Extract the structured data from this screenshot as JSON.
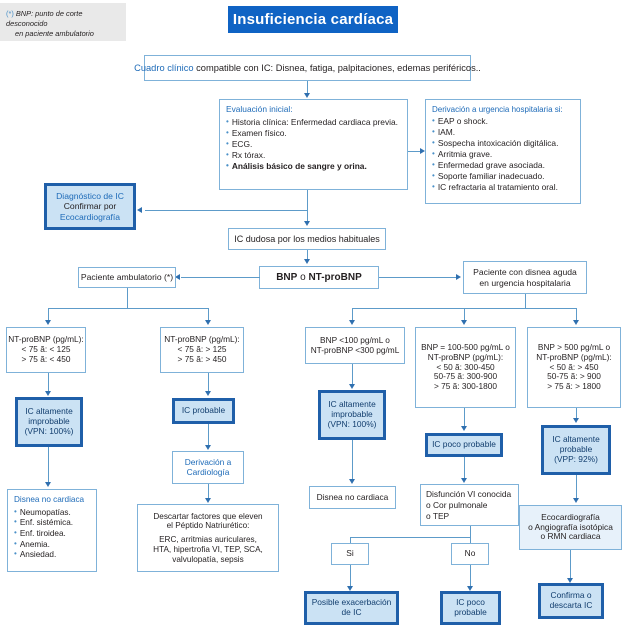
{
  "header": {
    "title": "Insuficiencia cardíaca"
  },
  "footnote": {
    "marker": "(*)",
    "line1": "BNP: punto de corte desconocido",
    "line2": "en paciente ambulatorio"
  },
  "nodes": {
    "cuadro_clinico": {
      "lead": "Cuadro clínico",
      "rest": " compatible con IC: Disnea, fatiga, palpitaciones, edemas periféricos.."
    },
    "evaluacion_inicial": {
      "title": "Evaluación inicial:",
      "items": [
        "Historia clínica: Enfermedad cardiaca previa.",
        "Examen físico.",
        "ECG.",
        "Rx tórax.",
        "Análisis básico de sangre y orina."
      ],
      "bold_item_index": 4
    },
    "derivacion_urgencia": {
      "title": "Derivación a urgencia hospitalaria si:",
      "items": [
        "EAP o shock.",
        "IAM.",
        "Sospecha intoxicación digitálica.",
        "Arritmia grave.",
        "Enfermedad grave asociada.",
        "Soporte familiar inadecuado.",
        "IC refractaria al tratamiento oral."
      ]
    },
    "diagnostico_ic": {
      "line1": "Diagnóstico de IC",
      "line2": "Confirmar por",
      "line3": "Ecocardiografía"
    },
    "ic_dudosa": {
      "text": "IC dudosa por los medios habituales"
    },
    "bnp_ntprobnp": {
      "part1": "BNP",
      "part2": " o ",
      "part3": "NT-proBNP"
    },
    "paciente_ambulatorio": {
      "text": "Paciente ambulatorio (*)"
    },
    "paciente_urgencia": {
      "line1": "Paciente con disnea aguda",
      "line2": "en urgencia hospitalaria"
    },
    "ntprobnp_bajo": {
      "line1": "NT-proBNP (pg/mL):",
      "line2": "< 75 ã: < 125",
      "line3": "> 75 ã: < 450"
    },
    "ntprobnp_alto": {
      "line1": "NT-proBNP (pg/mL):",
      "line2": "< 75 ã: > 125",
      "line3": "> 75 ã: > 450"
    },
    "bnp_bajo": {
      "line1": "BNP <100 pg/mL o",
      "line2": "NT-proBNP <300 pg/mL"
    },
    "bnp_medio": {
      "line1": "BNP = 100-500 pg/mL o",
      "line2": "NT-proBNP (pg/mL):",
      "line3": "< 50 ã: 300-450",
      "line4": "50-75 ã: 300-900",
      "line5": "> 75 ã: 300-1800"
    },
    "bnp_alto": {
      "line1": "BNP > 500 pg/mL o",
      "line2": "NT-proBNP (pg/mL):",
      "line3": "< 50 ã: > 450",
      "line4": "50-75 ã: > 900",
      "line5": "> 75 ã: > 1800"
    },
    "ic_altamente_improbable_1": {
      "line1": "IC altamente",
      "line2": "improbable",
      "line3": "(VPN: 100%)"
    },
    "ic_probable": {
      "text": "IC probable"
    },
    "ic_altamente_improbable_2": {
      "line1": "IC altamente",
      "line2": "improbable",
      "line3": "(VPN: 100%)"
    },
    "ic_poco_probable_1": {
      "text": "IC poco probable"
    },
    "ic_altamente_probable": {
      "line1": "IC altamente",
      "line2": "probable",
      "line3": "(VPP: 92%)"
    },
    "derivacion_cardiologia": {
      "line1": "Derivación a",
      "line2": "Cardiología"
    },
    "disnea_no_cardiaca_lista": {
      "title": "Disnea no cardiaca",
      "items": [
        "Neumopatías.",
        "Enf. sistémica.",
        "Enf. tiroidea.",
        "Anemia.",
        "Ansiedad."
      ]
    },
    "descartar_factores": {
      "line1": "Descartar factores que eleven",
      "line2": "el Péptido Natriurético:",
      "line3": "ERC, arritmias auriculares,",
      "line4": "HTA, hipertrofia VI, TEP, SCA,",
      "line5": "valvulopatía, sepsis"
    },
    "disnea_no_cardiaca": {
      "text": "Disnea no cardiaca"
    },
    "disfuncion_vi": {
      "line1": "Disfunción VI conocida",
      "line2": "o  Cor pulmonale",
      "line3": "o  TEP"
    },
    "ecocardiografia_opciones": {
      "line1": "Ecocardiografía",
      "line2": "o Angiografía isotópica",
      "line3": "o RMN cardiaca"
    },
    "si": {
      "text": "Si"
    },
    "no": {
      "text": "No"
    },
    "posible_exacerbacion": {
      "line1": "Posible exacerbación",
      "line2": "de IC"
    },
    "ic_poco_probable_2": {
      "line1": "IC poco",
      "line2": "probable"
    },
    "confirma_descarta": {
      "line1": "Confirma o",
      "line2": "descarta IC"
    }
  },
  "colors": {
    "title_bg": "#0F63C4",
    "heavy_border": "#1F5FA9",
    "heavy_fill": "#CBE2F4",
    "thin_border": "#7FB2D9",
    "connector": "#5D9BC9",
    "accent_text": "#1E6BB8",
    "note_bg": "#E9E9E9"
  }
}
